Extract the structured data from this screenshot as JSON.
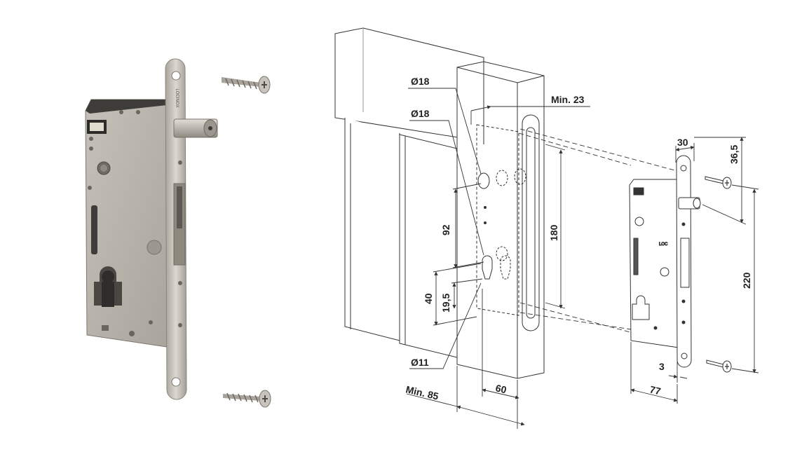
{
  "brand": {
    "lock_engraving": "LOCINOX"
  },
  "labels": {
    "bore_top": "Ø18",
    "bore_upper": "Ø18",
    "bore_lower": "Ø11",
    "min_frame_depth": "Min. 23",
    "min_post_width": "Min. 85",
    "backset": "60",
    "bore_spacing": "92",
    "slot_height": "180",
    "cyl_height": "40",
    "cyl_offset": "19,5",
    "faceplate_width": "30",
    "top_offset": "36,5",
    "screw_spacing": "220",
    "faceplate_thickness": "3",
    "body_depth": "77"
  },
  "colors": {
    "steel_body": "#b9b4aa",
    "steel_face": "#cfcac1",
    "line": "#333333",
    "background": "#ffffff"
  }
}
